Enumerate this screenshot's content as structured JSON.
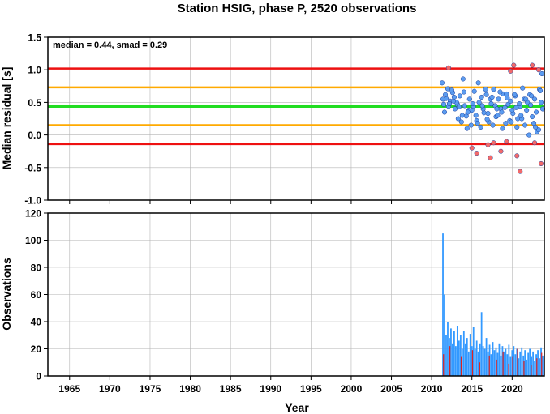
{
  "title": "Station HSIG, phase P, 2520 observations",
  "chart_data": [
    {
      "type": "scatter",
      "id": "residual-panel",
      "annotation": "median = 0.44, smad = 0.29",
      "ylabel": "Median residual [s]",
      "xlim": [
        1962.3,
        2024.0
      ],
      "ylim": [
        -1.0,
        1.5
      ],
      "y_ticks": [
        -1.0,
        -0.5,
        0.0,
        0.5,
        1.0,
        1.5
      ],
      "y_tick_labels": [
        "-1.0",
        "-0.5",
        "0.0",
        "0.5",
        "1.0",
        "1.5"
      ],
      "grid": true,
      "reference_lines": [
        {
          "name": "median",
          "y": 0.44,
          "color": "#22dd22"
        },
        {
          "name": "median + 1 smad",
          "y": 0.73,
          "color": "#ffaa00"
        },
        {
          "name": "median - 1 smad",
          "y": 0.15,
          "color": "#ffaa00"
        },
        {
          "name": "median + 2 smad",
          "y": 1.02,
          "color": "#ee1111"
        },
        {
          "name": "median - 2 smad",
          "y": -0.14,
          "color": "#ee1111"
        }
      ],
      "series": [
        {
          "color": "#5b9cf0",
          "x": [
            2011.3,
            2011.5,
            2011.8,
            2012.0,
            2012.3,
            2012.6,
            2012.9,
            2013.2,
            2013.5,
            2013.8,
            2014.1,
            2014.4,
            2014.7,
            2015.0,
            2015.3,
            2015.6,
            2015.9,
            2016.2,
            2016.5,
            2016.8,
            2017.1,
            2017.4,
            2017.7,
            2018.0,
            2018.3,
            2018.6,
            2018.9,
            2019.2,
            2019.5,
            2019.8,
            2020.1,
            2020.4,
            2020.7,
            2021.0,
            2021.3,
            2021.6,
            2021.9,
            2022.2,
            2022.5,
            2022.8,
            2023.1,
            2023.4,
            2023.7,
            2011.4,
            2011.7,
            2012.1,
            2012.5,
            2012.8,
            2013.1,
            2013.4,
            2013.7,
            2014.0,
            2014.3,
            2014.6,
            2014.9,
            2015.2,
            2015.5,
            2015.8,
            2016.1,
            2016.4,
            2016.7,
            2017.0,
            2017.3,
            2017.6,
            2017.9,
            2018.2,
            2018.5,
            2018.8,
            2019.1,
            2019.4,
            2019.7,
            2020.0,
            2020.3,
            2020.6,
            2020.9,
            2021.2,
            2021.5,
            2021.8,
            2022.1,
            2022.4,
            2022.7,
            2023.0,
            2023.3,
            2023.6,
            2023.8,
            2011.6,
            2012.2,
            2012.7,
            2013.3,
            2013.9,
            2014.5,
            2015.1,
            2015.7,
            2016.3,
            2016.9,
            2017.5,
            2018.1,
            2018.7,
            2019.3,
            2019.9,
            2020.5,
            2021.1,
            2021.7,
            2022.3,
            2022.9,
            2023.5
          ],
          "y": [
            0.8,
            0.47,
            0.56,
            0.71,
            0.52,
            0.65,
            0.4,
            0.47,
            0.6,
            0.3,
            0.45,
            0.1,
            0.55,
            0.38,
            0.67,
            0.22,
            0.5,
            0.58,
            0.34,
            0.62,
            0.2,
            0.48,
            0.7,
            0.28,
            0.55,
            0.4,
            0.63,
            0.18,
            0.47,
            0.52,
            0.33,
            0.6,
            0.25,
            0.44,
            0.72,
            0.15,
            0.5,
            0.62,
            0.28,
            0.55,
            0.05,
            0.7,
            0.94,
            0.55,
            0.62,
            0.44,
            0.69,
            0.58,
            0.5,
            0.43,
            0.2,
            0.66,
            0.29,
            0.38,
            0.15,
            0.44,
            0.3,
            0.8,
            0.12,
            0.4,
            0.7,
            0.33,
            0.55,
            0.15,
            0.45,
            0.3,
            0.66,
            0.1,
            0.42,
            0.57,
            0.22,
            0.38,
            0.62,
            0.12,
            0.48,
            0.25,
            0.55,
            0.38,
            0.0,
            0.6,
            0.18,
            0.35,
            0.08,
            0.5,
            0.4,
            0.35,
            0.48,
            0.52,
            0.25,
            0.86,
            0.35,
            0.48,
            0.18,
            0.45,
            0.24,
            0.58,
            0.4,
            0.35,
            0.63,
            0.2,
            0.42,
            0.3,
            0.55,
            0.46,
            0.12,
            0.68
          ]
        },
        {
          "color": "#f26a6a",
          "x": [
            2012.1,
            2015.0,
            2015.6,
            2017.0,
            2017.3,
            2017.7,
            2018.6,
            2019.3,
            2019.8,
            2020.2,
            2020.6,
            2021.0,
            2022.5,
            2022.8,
            2023.3,
            2023.6
          ],
          "y": [
            1.03,
            -0.2,
            -0.28,
            -0.15,
            -0.35,
            -0.12,
            -0.25,
            -0.1,
            0.98,
            1.07,
            -0.32,
            -0.56,
            1.07,
            -0.12,
            1.0,
            -0.44
          ]
        }
      ]
    },
    {
      "type": "bar",
      "id": "observations-panel",
      "xlabel": "Year",
      "ylabel": "Observations",
      "xlim": [
        1962.3,
        2024.0
      ],
      "ylim": [
        0,
        120
      ],
      "x_ticks": [
        1965,
        1970,
        1975,
        1980,
        1985,
        1990,
        1995,
        2000,
        2005,
        2010,
        2015,
        2020
      ],
      "x_tick_labels": [
        "1965",
        "1970",
        "1975",
        "1980",
        "1985",
        "1990",
        "1995",
        "2000",
        "2005",
        "2010",
        "2015",
        "2020"
      ],
      "y_ticks": [
        0,
        20,
        40,
        60,
        80,
        100,
        120
      ],
      "y_tick_labels": [
        "0",
        "20",
        "40",
        "60",
        "80",
        "100",
        "120"
      ],
      "grid": true,
      "series": [
        {
          "color": "#3399ff",
          "x": [
            2011.4,
            2011.6,
            2011.8,
            2012.0,
            2012.2,
            2012.4,
            2012.6,
            2012.8,
            2013.0,
            2013.2,
            2013.4,
            2013.6,
            2013.8,
            2014.0,
            2014.2,
            2014.4,
            2014.6,
            2014.8,
            2015.0,
            2015.2,
            2015.4,
            2015.6,
            2015.8,
            2016.0,
            2016.2,
            2016.4,
            2016.6,
            2016.8,
            2017.0,
            2017.2,
            2017.4,
            2017.6,
            2017.8,
            2018.0,
            2018.2,
            2018.4,
            2018.6,
            2018.8,
            2019.0,
            2019.2,
            2019.4,
            2019.6,
            2019.8,
            2020.0,
            2020.2,
            2020.4,
            2020.6,
            2020.8,
            2021.0,
            2021.2,
            2021.4,
            2021.6,
            2021.8,
            2022.0,
            2022.2,
            2022.4,
            2022.6,
            2022.8,
            2023.0,
            2023.2,
            2023.4,
            2023.6,
            2023.8
          ],
          "values": [
            105,
            60,
            30,
            40,
            28,
            35,
            24,
            33,
            22,
            37,
            26,
            30,
            20,
            33,
            24,
            28,
            18,
            31,
            22,
            36,
            20,
            26,
            18,
            24,
            47,
            22,
            20,
            28,
            18,
            23,
            16,
            25,
            19,
            21,
            17,
            24,
            15,
            22,
            18,
            20,
            16,
            23,
            14,
            19,
            22,
            16,
            20,
            13,
            18,
            21,
            15,
            19,
            12,
            17,
            20,
            14,
            18,
            11,
            16,
            19,
            13,
            21,
            15
          ]
        },
        {
          "color": "#dd2222",
          "x": [
            2011.5,
            2012.3,
            2013.7,
            2015.1,
            2016.0,
            2017.2,
            2018.1,
            2018.9,
            2019.6,
            2020.1,
            2020.7,
            2021.5,
            2022.4,
            2023.1,
            2023.7
          ],
          "values": [
            16,
            22,
            14,
            19,
            10,
            15,
            12,
            18,
            9,
            14,
            20,
            11,
            8,
            13,
            17
          ]
        }
      ]
    }
  ]
}
